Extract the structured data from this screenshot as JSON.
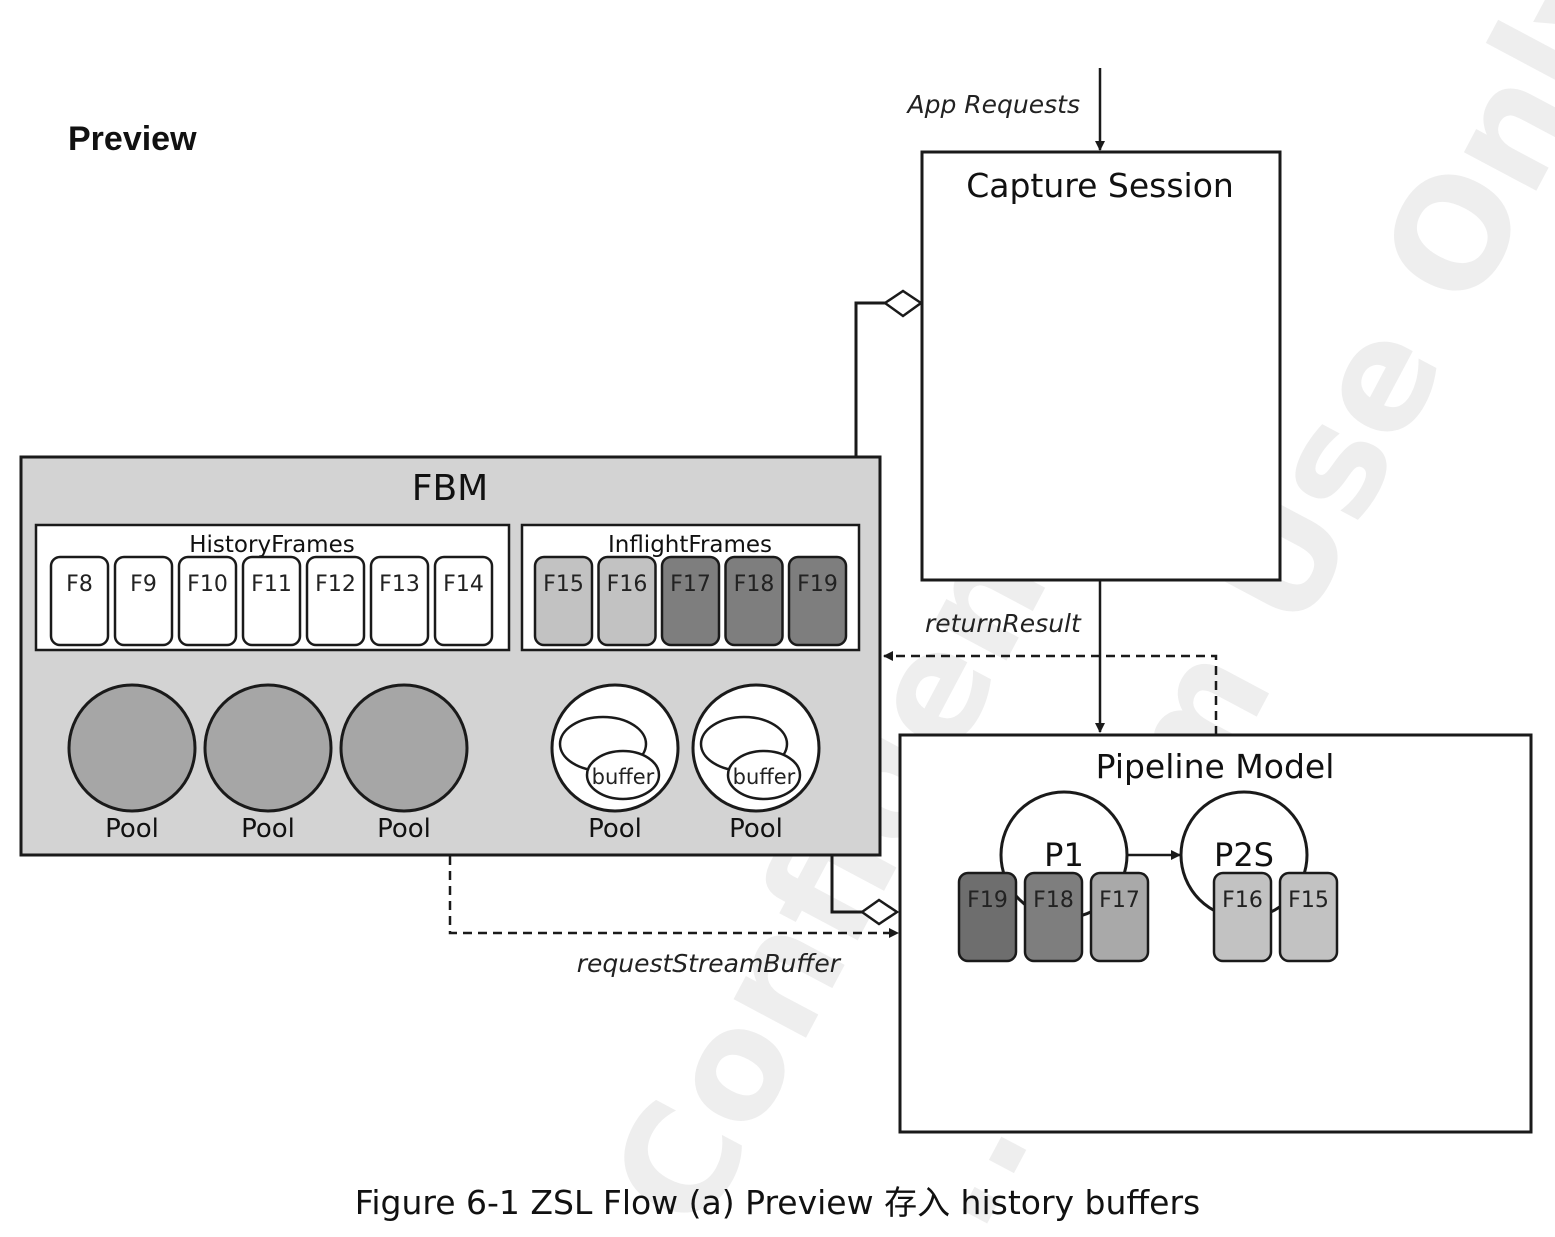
{
  "section_title": "Preview",
  "caption": "Figure 6-1 ZSL Flow (a) Preview 存入 history buffers",
  "watermark": {
    "lines": [
      "Confidential",
      "...i.com Use Only"
    ],
    "color": "#e9e9e9"
  },
  "capture_session": {
    "label": "Capture Session",
    "input_label": "App Requests"
  },
  "fbm": {
    "label": "FBM",
    "history": {
      "label": "HistoryFrames",
      "frames": [
        {
          "label": "F8",
          "shade": "white"
        },
        {
          "label": "F9",
          "shade": "white"
        },
        {
          "label": "F10",
          "shade": "white"
        },
        {
          "label": "F11",
          "shade": "white"
        },
        {
          "label": "F12",
          "shade": "white"
        },
        {
          "label": "F13",
          "shade": "white"
        },
        {
          "label": "F14",
          "shade": "white"
        }
      ]
    },
    "inflight": {
      "label": "InflightFrames",
      "frames": [
        {
          "label": "F15",
          "shade": "light"
        },
        {
          "label": "F16",
          "shade": "light"
        },
        {
          "label": "F17",
          "shade": "dark"
        },
        {
          "label": "F18",
          "shade": "dark"
        },
        {
          "label": "F19",
          "shade": "dark"
        }
      ]
    },
    "pools": [
      {
        "label": "Pool",
        "kind": "filled"
      },
      {
        "label": "Pool",
        "kind": "filled"
      },
      {
        "label": "Pool",
        "kind": "filled"
      },
      {
        "label": "Pool",
        "kind": "buffer",
        "buffer_label": "buffer"
      },
      {
        "label": "Pool",
        "kind": "buffer",
        "buffer_label": "buffer"
      }
    ]
  },
  "pipeline": {
    "label": "Pipeline Model",
    "nodes": [
      {
        "label": "P1",
        "frames": [
          {
            "label": "F19",
            "shade": "darker"
          },
          {
            "label": "F18",
            "shade": "dark"
          },
          {
            "label": "F17",
            "shade": "faded"
          }
        ]
      },
      {
        "label": "P2S",
        "frames": [
          {
            "label": "F16",
            "shade": "light"
          },
          {
            "label": "F15",
            "shade": "light"
          }
        ]
      }
    ]
  },
  "edges": {
    "return_result": "returnResult",
    "request_stream_buffer": "requestStreamBuffer"
  },
  "colors": {
    "white": "#ffffff",
    "light": "#c2c2c2",
    "dark": "#7e7e7e",
    "darker": "#6e6e6e",
    "faded": "#a9a9a9",
    "fbm_bg": "#d3d3d3",
    "pool_fill": "#a6a6a6",
    "stroke": "#1a1a1a"
  }
}
